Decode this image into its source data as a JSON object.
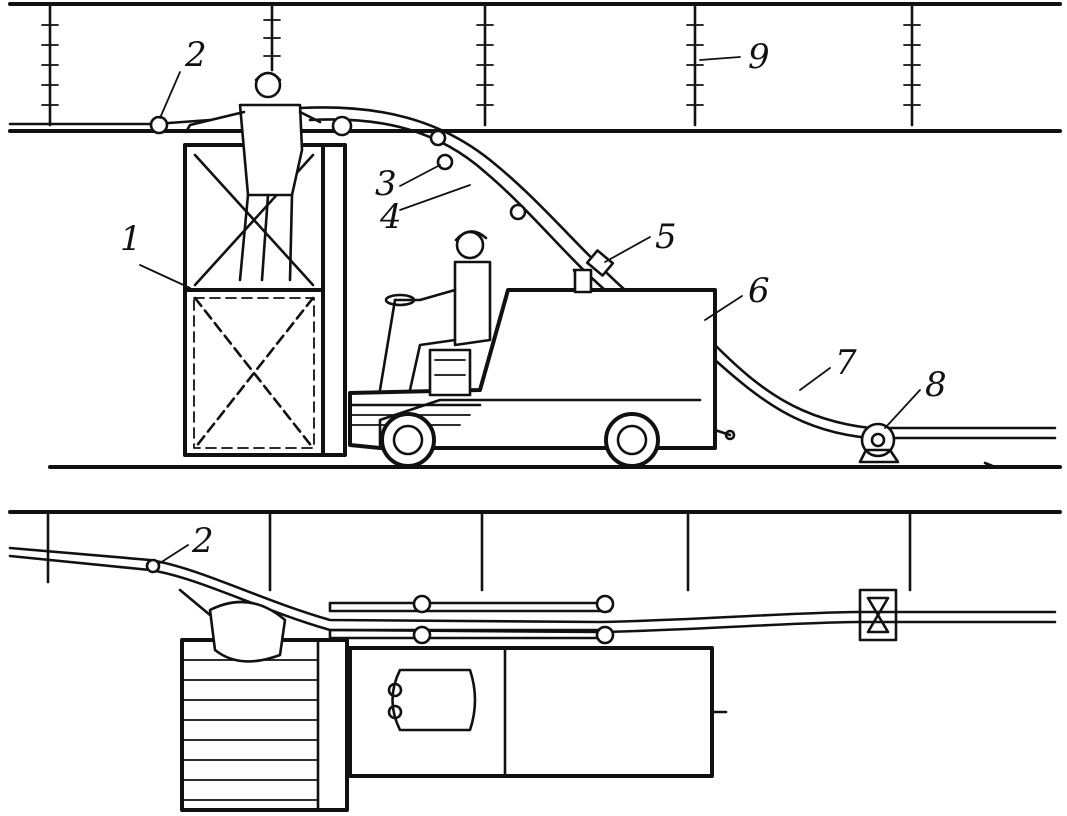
{
  "labels": {
    "l1": "1",
    "l2_top": "2",
    "l2_bottom": "2",
    "l3": "3",
    "l4": "4",
    "l5": "5",
    "l6": "6",
    "l7": "7",
    "l8": "8",
    "l9": "9"
  }
}
